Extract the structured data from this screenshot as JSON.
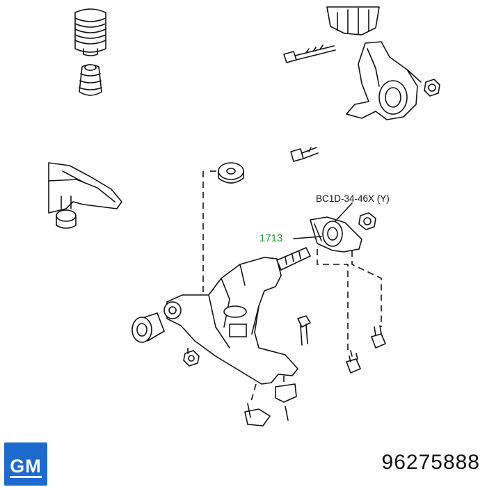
{
  "callouts": {
    "bushing_code": "BC1D-34-46X (Y)",
    "ref_number": "1713"
  },
  "brand": {
    "logo_text": "GM",
    "logo_color": "#1e6bd0"
  },
  "part_number": "96275888",
  "colors": {
    "callout_green": "#1a9a2a",
    "line": "#111111"
  }
}
